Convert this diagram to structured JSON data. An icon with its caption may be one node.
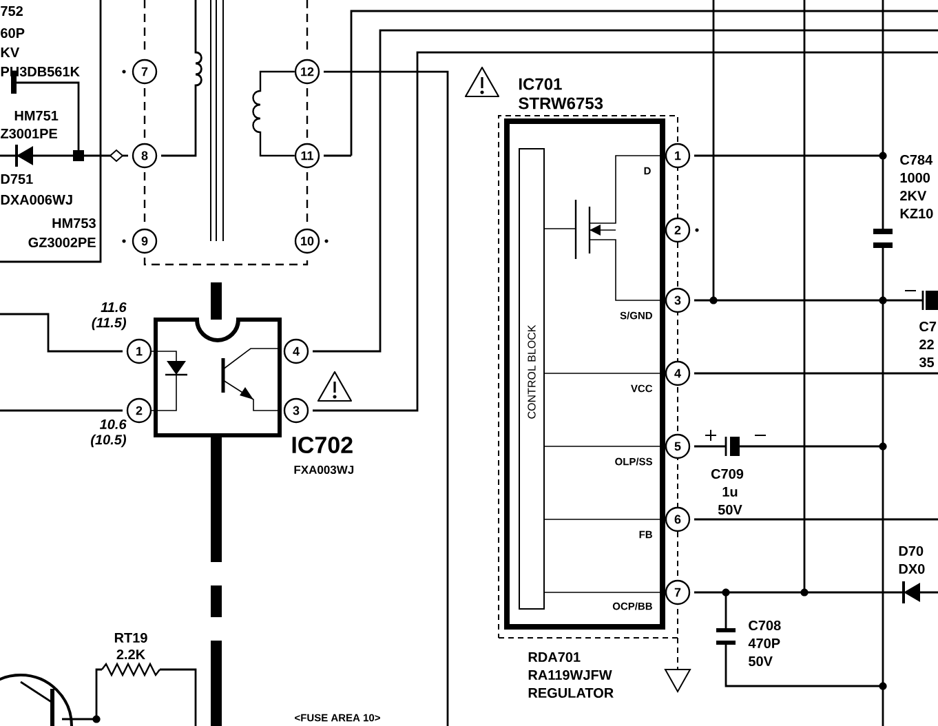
{
  "diagram": {
    "nodes": [
      {
        "text": [
          "7"
        ]
      },
      {
        "text": [
          "8"
        ]
      },
      {
        "text": [
          "9"
        ]
      },
      {
        "text": [
          "12"
        ]
      },
      {
        "text": [
          "11"
        ]
      },
      {
        "text": [
          "10"
        ]
      },
      {
        "text": [
          "IC702",
          "FXA003WJ"
        ]
      },
      {
        "text": [
          "1"
        ]
      },
      {
        "text": [
          "2"
        ]
      },
      {
        "text": [
          "4"
        ]
      },
      {
        "text": [
          "3"
        ]
      },
      {
        "text": [
          "IC701",
          "STRW6753"
        ]
      },
      {
        "text": [
          "CONTROL BLOCK"
        ],
        "in": 11
      },
      {
        "text": [
          "1"
        ]
      },
      {
        "text": [
          "2"
        ]
      },
      {
        "text": [
          "3"
        ]
      },
      {
        "text": [
          "4"
        ]
      },
      {
        "text": [
          "5"
        ]
      },
      {
        "text": [
          "6"
        ]
      },
      {
        "text": [
          "7"
        ]
      }
    ],
    "edges": [
      {
        "from": 3,
        "to": 4,
        "arrow": "none"
      }
    ],
    "labels": [
      "752",
      "60P",
      "KV",
      "PH3DB561K",
      "HM751",
      "Z3001PE",
      "D751",
      "DXA006WJ",
      "HM753",
      "GZ3002PE",
      "11.6",
      "(11.5)",
      "10.6",
      "(10.5)",
      "D",
      "S/GND",
      "VCC",
      "OLP/SS",
      "FB",
      "OCP/BB",
      "C784",
      "1000",
      "2KV",
      "KZ10",
      "C7",
      "22",
      "35",
      "C709",
      "1u",
      "50V",
      "D70",
      "DX0",
      "C708",
      "470P",
      "50V",
      "RDA701",
      "RA119WJFW",
      "REGULATOR",
      "RT19",
      "2.2K",
      "<FUSE AREA 10>"
    ]
  }
}
